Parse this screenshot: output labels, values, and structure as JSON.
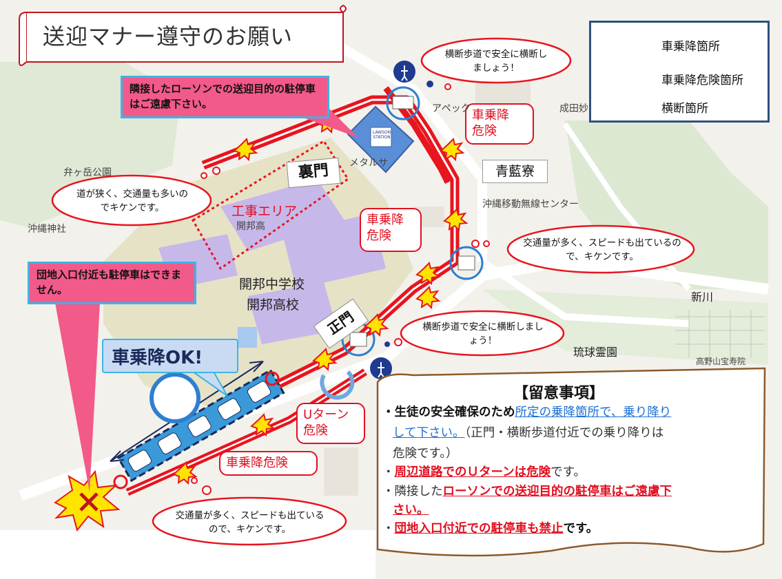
{
  "title": "送迎マナー遵守のお願い",
  "legend": {
    "items": [
      {
        "label": "車乗降箇所",
        "icon": "dashed-blue-box-icon"
      },
      {
        "label": "車乗降危険箇所",
        "icon": "red-explosion-arrow-icon"
      },
      {
        "label": "横断箇所",
        "icon": "pedestrian-crossing-icon"
      }
    ]
  },
  "callouts": {
    "lawson": "隣接したローソンでの送迎目的の駐停車はご遠慮下さい。",
    "danchi": "団地入口付近も駐停車はできません。",
    "ok_label": "車乗降OK!"
  },
  "clouds": {
    "crossing_top": "横断歩道で安全に横断しましょう！",
    "narrow": "道が狭く、交通量も多いのでキケンです。",
    "traffic_right": "交通量が多く、スピードも出ているので、キケンです。",
    "crossing_mid": "横断歩道で安全に横断しましょう！",
    "traffic_bottom": "交通量が多く、スピードも出ているので、キケンです。"
  },
  "danger_labels": {
    "top_right_1": "車乗降",
    "top_right_2": "危険",
    "mid_1": "車乗降",
    "mid_2": "危険",
    "uturn_1": "Uターン",
    "uturn_2": "危険",
    "bottom": "車乗降危険"
  },
  "areas": {
    "construction": "工事エリア",
    "back_gate": "裏門",
    "front_gate": "正門",
    "school_1": "開邦中学校",
    "school_2": "開邦高校",
    "dormitory": "青藍寮"
  },
  "places": {
    "bengadake": "弁ヶ岳公園",
    "okinawa_jinja": "沖縄神社",
    "kaiho_high": "開邦高",
    "metal": "メタルサ",
    "apex": "アペック",
    "narita": "成田妙",
    "radio": "沖縄移動無線センター",
    "arakawa": "新川",
    "ryukyu": "琉球霊園",
    "takano": "高野山宝寿院",
    "lawson_logo": "LAWSON STATION"
  },
  "notes": {
    "heading": "【留意事項】",
    "l1_a": "・生徒の安全確保のため",
    "l1_b": "所定の乗降箇所で、乗り降り",
    "l2_a": "して下さい。",
    "l2_b": "（正門・横断歩道付近での乗り降りは",
    "l3": "危険です。）",
    "l4_a": "・",
    "l4_b": "周辺道路でのＵターンは危険",
    "l4_c": "です。",
    "l5_a": "・隣接した",
    "l5_b": "ローソンでの送迎目的の駐停車はご遠慮下",
    "l6": "さい。",
    "l7_a": "・",
    "l7_b": "団地入口付近での駐停車も禁止",
    "l7_c": "です。"
  },
  "colors": {
    "route_red": "#e8141e",
    "callout_pink": "#f25a8a",
    "callout_border": "#3cb4e6",
    "school_purple": "#c7b8ea",
    "legend_border": "#2f4f7f"
  }
}
